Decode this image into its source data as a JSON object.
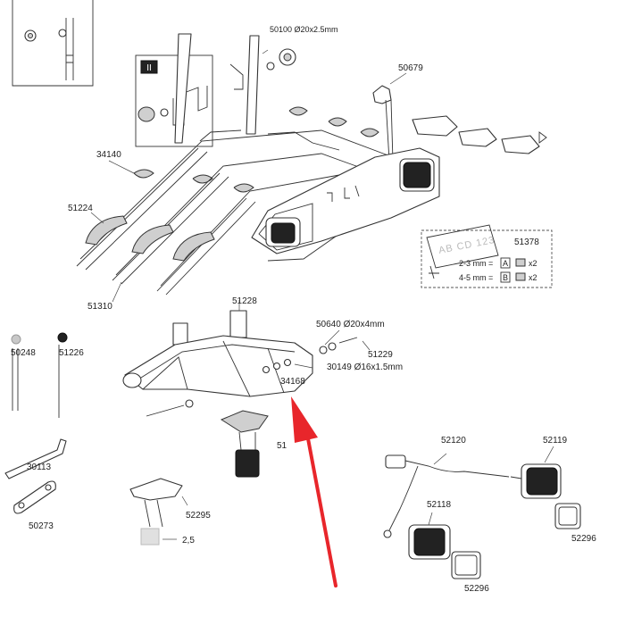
{
  "labels": {
    "top_partial": "50100  Ø20x2.5mm",
    "p50679": "50679",
    "p34140": "34140",
    "p51224": "51224",
    "p51310": "51310",
    "p51378": "51378",
    "p51228": "51228",
    "p50640": "50640  Ø20x4mm",
    "p51229": "51229",
    "p30149": "30149  Ø16x1.5mm",
    "p34168": "34168",
    "p50248": "50248",
    "p51226": "51226",
    "p30113": "30113",
    "p50273": "50273",
    "p52295": "52295",
    "p52295_val": "2,5",
    "p51_partial": "51",
    "p52120": "52120",
    "p52119": "52119",
    "p52118": "52118",
    "p52296a": "52296",
    "p52296b": "52296",
    "inset_roman": "II"
  },
  "plate": {
    "text": "AB CD 123",
    "row1_range": "2-3 mm =",
    "row1_letter": "A",
    "row1_mult": "x2",
    "row2_range": "4-5 mm =",
    "row2_letter": "B",
    "row2_mult": "x2"
  },
  "colors": {
    "arrow": "#e8262b",
    "line": "#333333",
    "shade": "#cfcfcf"
  }
}
